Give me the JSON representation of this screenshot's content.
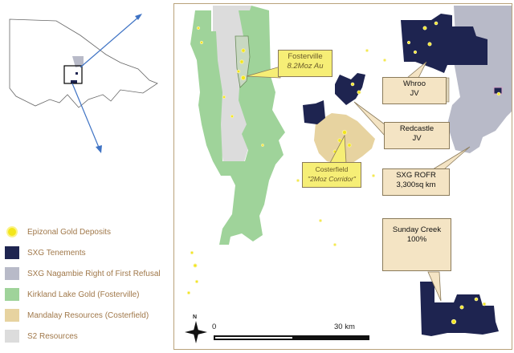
{
  "map": {
    "callouts": {
      "fosterville": {
        "title": "Fosterville",
        "subtitle": "8.2Moz Au"
      },
      "costerfield": {
        "title": "Costerfield",
        "subtitle": "\"2Moz Corridor\""
      },
      "whroo": {
        "title": "Whroo",
        "subtitle": "JV"
      },
      "redcastle": {
        "title": "Redcastle",
        "subtitle": "JV"
      },
      "rofr": {
        "title": "SXG ROFR",
        "subtitle": "3,300sq km"
      },
      "sunday_creek": {
        "title": "Sunday Creek",
        "subtitle": "100%"
      }
    },
    "north_label": "N",
    "scale": {
      "start": "0",
      "end": "30 km"
    }
  },
  "legend": {
    "items": [
      {
        "label": "Epizonal Gold Deposits",
        "color": "#f3e61a"
      },
      {
        "label": "SXG Tenements",
        "color": "#1e2450"
      },
      {
        "label": "SXG Nagambie Right of First Refusal",
        "color": "#b8bac8"
      },
      {
        "label": "Kirkland Lake Gold (Fosterville)",
        "color": "#9fd39a"
      },
      {
        "label": "Mandalay Resources (Costerfield)",
        "color": "#e7d3a0"
      },
      {
        "label": "S2 Resources",
        "color": "#dcdcdc"
      }
    ]
  },
  "colors": {
    "sxg_tenements": "#1e2450",
    "rofr": "#b8bac8",
    "kirkland": "#9fd39a",
    "mandalay": "#e7d3a0",
    "s2": "#dcdcdc",
    "gold": "#f3e61a",
    "pointer_line": "#3f73c4"
  },
  "icons": [
    "state-outline-map",
    "north-arrow-icon",
    "scale-bar"
  ]
}
